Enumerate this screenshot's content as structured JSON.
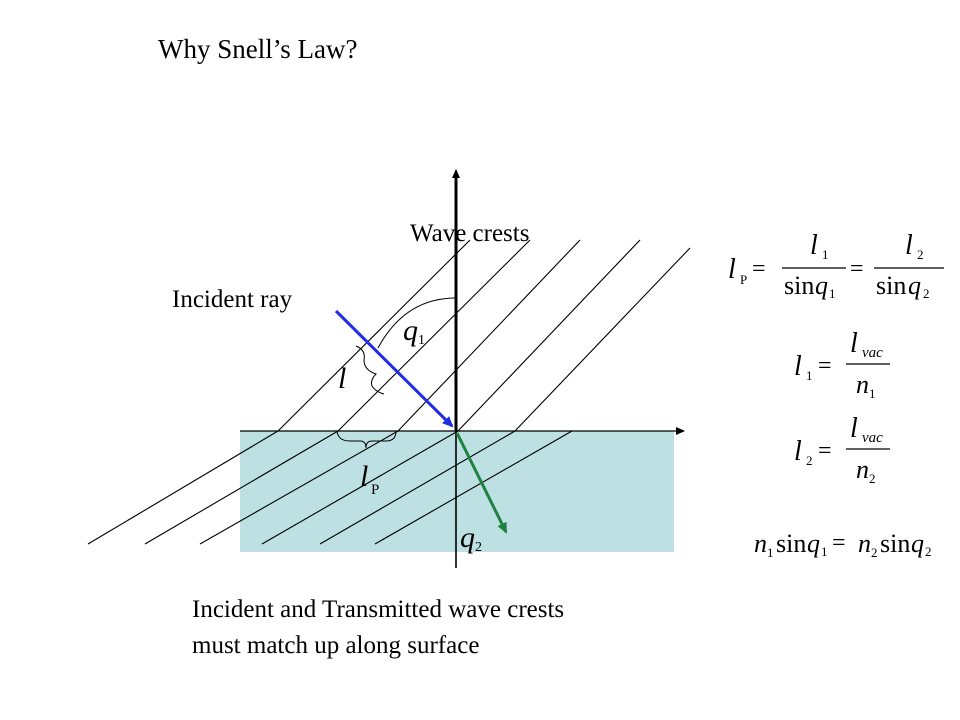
{
  "title": "Why Snell’s Law?",
  "labels": {
    "wave_crests": "Wave crests",
    "incident_ray": "Incident ray"
  },
  "caption": {
    "line1": "Incident and Transmitted wave crests",
    "line2": "must match up along surface"
  },
  "symbols": {
    "lambda": "l",
    "theta": "q",
    "sub_1": "1",
    "sub_2": "2",
    "sub_parallel": "P",
    "sub_vac": "vac",
    "n": "n",
    "sin": "sin",
    "equals": "="
  },
  "colors": {
    "medium_fill": "#bde0e3",
    "incident_ray": "#1f2ee0",
    "transmitted_ray": "#1f8040",
    "lines": "#000000"
  }
}
